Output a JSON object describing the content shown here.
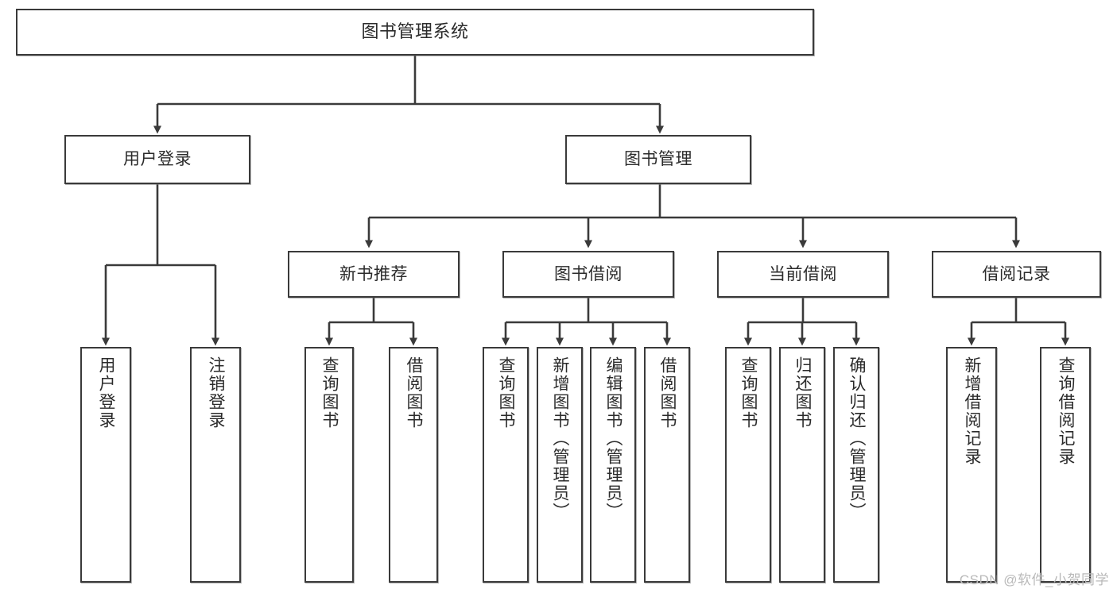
{
  "diagram": {
    "title": "图书管理系统",
    "type": "tree-hierarchy",
    "watermark": "CSDN @软件_小贺同学",
    "edge_color": "#3a3a3a",
    "box_border_color": "#3a3a3a",
    "box_fill_color": "#ffffff",
    "text_color": "#2b2b2b"
  },
  "nodes": {
    "root": {
      "label": "图书管理系统",
      "level": 0
    },
    "level1": [
      {
        "id": "user-login",
        "label": "用户登录"
      },
      {
        "id": "book-manage",
        "label": "图书管理"
      }
    ],
    "level2": [
      {
        "id": "new-book-recommend",
        "label": "新书推荐",
        "parent": "book-manage"
      },
      {
        "id": "book-borrow",
        "label": "图书借阅",
        "parent": "book-manage"
      },
      {
        "id": "current-borrow",
        "label": "当前借阅",
        "parent": "book-manage"
      },
      {
        "id": "borrow-record",
        "label": "借阅记录",
        "parent": "book-manage"
      }
    ],
    "leaves": [
      {
        "id": "leaf-user-login",
        "label": "用户登录",
        "parent": "user-login"
      },
      {
        "id": "leaf-user-logout",
        "label": "注销登录",
        "parent": "user-login"
      },
      {
        "id": "leaf-query-book-1",
        "label": "查询图书",
        "parent": "new-book-recommend"
      },
      {
        "id": "leaf-borrow-book-1",
        "label": "借阅图书",
        "parent": "new-book-recommend"
      },
      {
        "id": "leaf-query-book-2",
        "label": "查询图书",
        "parent": "book-borrow"
      },
      {
        "id": "leaf-add-book",
        "label": "新增图书（管理员）",
        "parent": "book-borrow"
      },
      {
        "id": "leaf-edit-book",
        "label": "编辑图书（管理员）",
        "parent": "book-borrow"
      },
      {
        "id": "leaf-borrow-book-2",
        "label": "借阅图书",
        "parent": "book-borrow"
      },
      {
        "id": "leaf-query-book-3",
        "label": "查询图书",
        "parent": "current-borrow"
      },
      {
        "id": "leaf-return-book",
        "label": "归还图书",
        "parent": "current-borrow"
      },
      {
        "id": "leaf-confirm-return",
        "label": "确认归还（管理员）",
        "parent": "current-borrow"
      },
      {
        "id": "leaf-add-record",
        "label": "新增借阅记录",
        "parent": "borrow-record"
      },
      {
        "id": "leaf-query-record",
        "label": "查询借阅记录",
        "parent": "borrow-record"
      }
    ]
  }
}
